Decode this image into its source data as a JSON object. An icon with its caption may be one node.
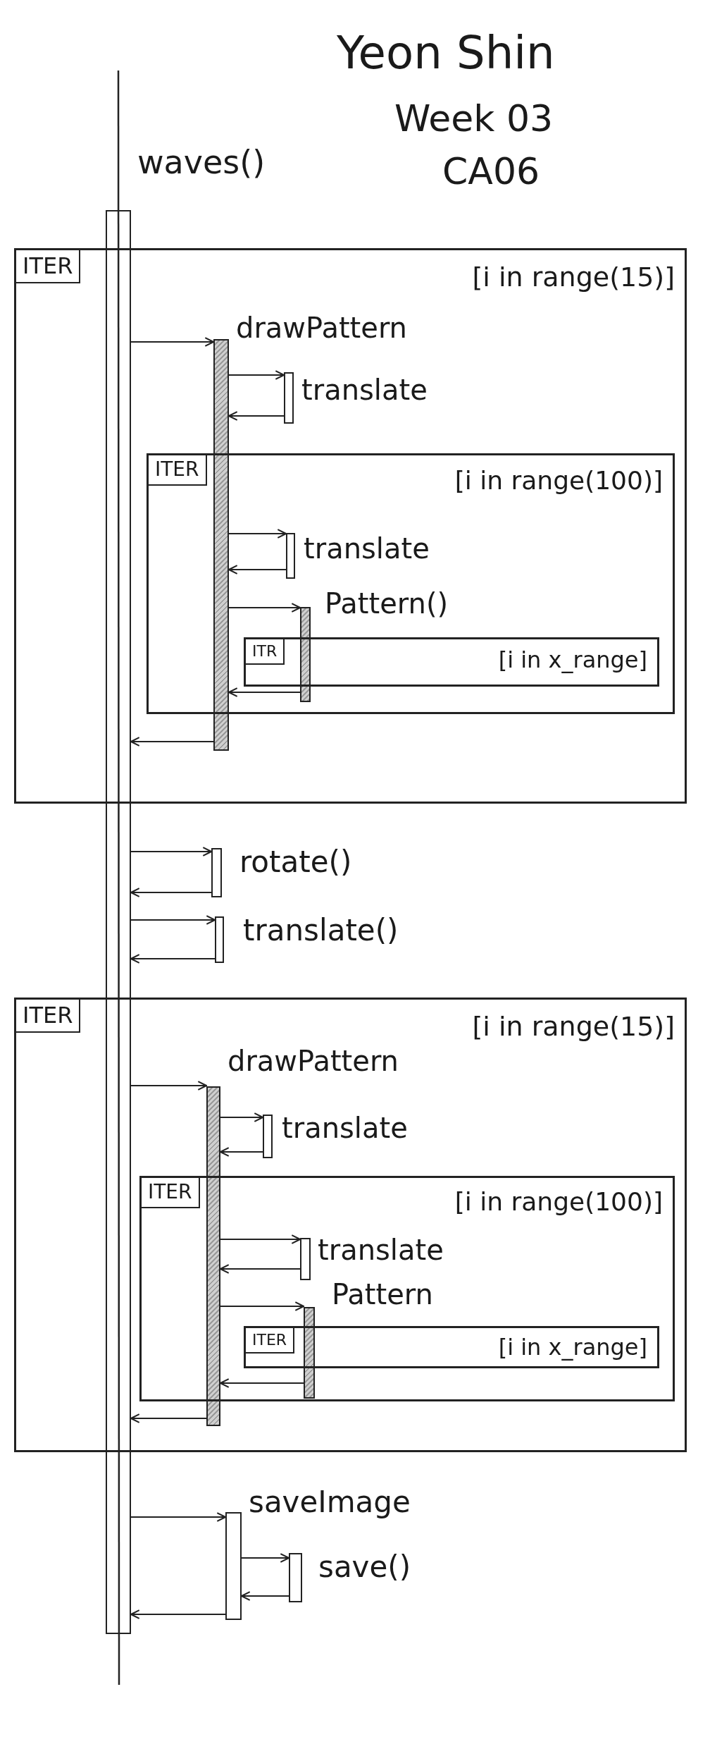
{
  "diagram": {
    "nodes": [
      {
        "text": [
          "waves()"
        ]
      },
      {
        "text": [
          "ITER",
          "[i in range(15)]"
        ]
      },
      {
        "text": [
          "drawPattern"
        ],
        "in": 1
      },
      {
        "text": [
          "translate"
        ],
        "in": 1
      },
      {
        "text": [
          "ITER",
          "[i in range(100)]"
        ],
        "in": 1
      },
      {
        "text": [
          "translate"
        ],
        "in": 4
      },
      {
        "text": [
          "Pattern()"
        ],
        "in": 4
      },
      {
        "text": [
          "ITR",
          "[i in x_range]"
        ],
        "in": 4
      },
      {
        "text": [
          "rotate()"
        ]
      },
      {
        "text": [
          "translate()"
        ]
      },
      {
        "text": [
          "ITER",
          "[i in range(15)]"
        ]
      },
      {
        "text": [
          "drawPattern"
        ],
        "in": 10
      },
      {
        "text": [
          "translate"
        ],
        "in": 10
      },
      {
        "text": [
          "ITER",
          "[i in range(100)]"
        ],
        "in": 10
      },
      {
        "text": [
          "translate"
        ],
        "in": 13
      },
      {
        "text": [
          "Pattern"
        ],
        "in": 13
      },
      {
        "text": [
          "ITER",
          "[i in x_range]"
        ],
        "in": 13
      },
      {
        "text": [
          "saveImage"
        ]
      },
      {
        "text": [
          "save()"
        ]
      }
    ],
    "edges": [
      {
        "from": 0,
        "to": 2,
        "arrow": "to"
      },
      {
        "from": 2,
        "to": 3,
        "arrow": "to"
      },
      {
        "from": 3,
        "to": 2,
        "arrow": "to"
      },
      {
        "from": 2,
        "to": 5,
        "arrow": "to"
      },
      {
        "from": 5,
        "to": 2,
        "arrow": "to"
      },
      {
        "from": 2,
        "to": 6,
        "arrow": "to"
      },
      {
        "from": 6,
        "to": 2,
        "arrow": "to"
      },
      {
        "from": 2,
        "to": 0,
        "arrow": "to"
      },
      {
        "from": 0,
        "to": 8,
        "arrow": "to"
      },
      {
        "from": 8,
        "to": 0,
        "arrow": "to"
      },
      {
        "from": 0,
        "to": 9,
        "arrow": "to"
      },
      {
        "from": 9,
        "to": 0,
        "arrow": "to"
      },
      {
        "from": 0,
        "to": 11,
        "arrow": "to"
      },
      {
        "from": 11,
        "to": 12,
        "arrow": "to"
      },
      {
        "from": 12,
        "to": 11,
        "arrow": "to"
      },
      {
        "from": 11,
        "to": 14,
        "arrow": "to"
      },
      {
        "from": 14,
        "to": 11,
        "arrow": "to"
      },
      {
        "from": 11,
        "to": 15,
        "arrow": "to"
      },
      {
        "from": 15,
        "to": 11,
        "arrow": "to"
      },
      {
        "from": 11,
        "to": 0,
        "arrow": "to"
      },
      {
        "from": 0,
        "to": 17,
        "arrow": "to"
      },
      {
        "from": 17,
        "to": 18,
        "arrow": "to"
      },
      {
        "from": 18,
        "to": 17,
        "arrow": "to"
      },
      {
        "from": 17,
        "to": 0,
        "arrow": "to"
      }
    ],
    "labels": [
      "Yeon Shin",
      "Week 03",
      "CA06"
    ]
  }
}
